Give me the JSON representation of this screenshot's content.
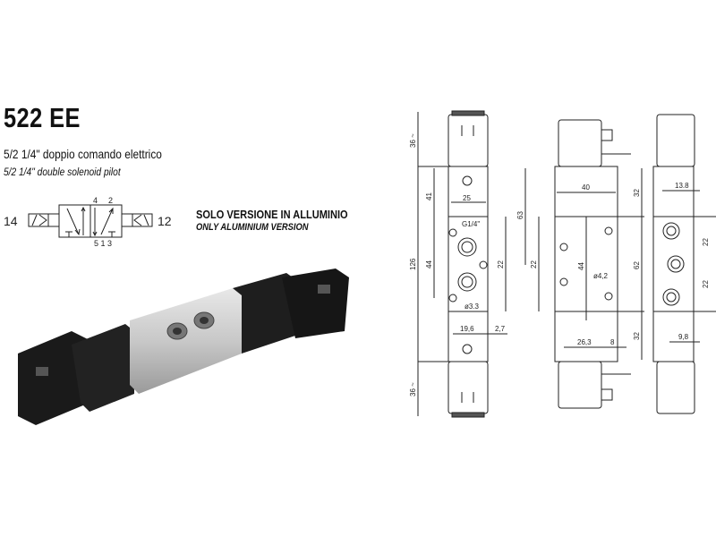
{
  "product": {
    "code": "522 EE",
    "subtitle_it": "5/2 1/4\" doppio comando elettrico",
    "subtitle_en": "5/2 1/4\" double solenoid pilot",
    "note_it": "SOLO VERSIONE IN ALLUMINIO",
    "note_en": "ONLY ALUMINIUM VERSION"
  },
  "symbol": {
    "port_14": "14",
    "port_12": "12",
    "port_4": "4",
    "port_2": "2",
    "port_513": "5 1 3"
  },
  "dimensions": {
    "left_view": {
      "coil_top": "36 ~",
      "total": "126",
      "d41": "41",
      "d44": "44",
      "d25": "25",
      "thread": "G1/4\"",
      "d22": "22",
      "d63": "63",
      "hole": "ø3.3",
      "d19_6": "19,6",
      "d2_7": "2,7",
      "coil_bottom": "36 ~"
    },
    "middle_view": {
      "d40": "40",
      "d32_top": "32",
      "d22": "22",
      "d44": "44",
      "hole": "ø4,2",
      "d62": "62",
      "d26_3": "26,3",
      "d8": "8",
      "d32_bottom": "32",
      "eq": "="
    },
    "right_view": {
      "d13_8": "13.8",
      "d22_a": "22",
      "d22_b": "22",
      "d9_8": "9,8"
    }
  }
}
